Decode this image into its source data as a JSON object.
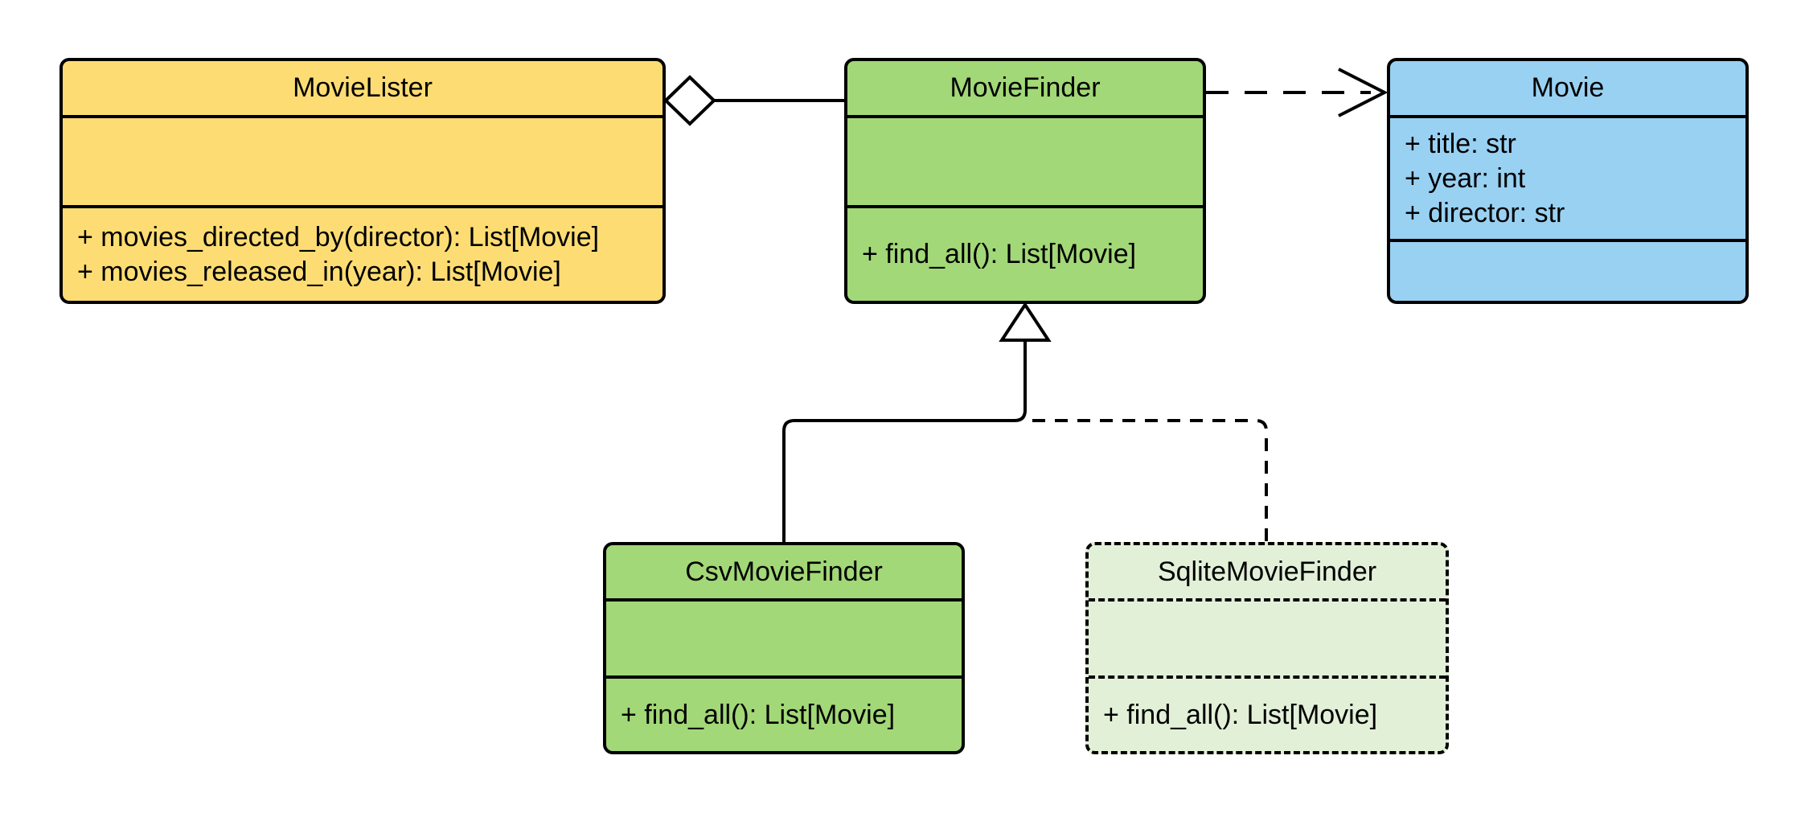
{
  "canvas": {
    "background": "#FFFFFF",
    "line_color": "#000000"
  },
  "classes": {
    "movie_lister": {
      "name": "MovieLister",
      "fill": "#FDDD73",
      "attributes": [],
      "methods": [
        "+ movies_directed_by(director): List[Movie]",
        "+ movies_released_in(year): List[Movie]"
      ]
    },
    "movie_finder": {
      "name": "MovieFinder",
      "fill": "#A2D877",
      "attributes": [],
      "methods": [
        "+ find_all(): List[Movie]"
      ]
    },
    "movie": {
      "name": "Movie",
      "fill": "#99D1F2",
      "attributes": [
        "+ title: str",
        "+ year: int",
        "+ director: str"
      ],
      "methods": []
    },
    "csv_movie_finder": {
      "name": "CsvMovieFinder",
      "fill": "#A2D877",
      "attributes": [],
      "methods": [
        "+ find_all(): List[Movie]"
      ]
    },
    "sqlite_movie_finder": {
      "name": "SqliteMovieFinder",
      "fill": "#E2F0D8",
      "border_style": "dashed",
      "attributes": [],
      "methods": [
        "+ find_all(): List[Movie]"
      ]
    }
  },
  "relationships": [
    {
      "type": "aggregation",
      "from": "MovieLister",
      "to": "MovieFinder",
      "line": "solid",
      "marker": "hollow-diamond"
    },
    {
      "type": "dependency",
      "from": "MovieFinder",
      "to": "Movie",
      "line": "dashed",
      "marker": "open-arrow"
    },
    {
      "type": "inheritance",
      "from": "CsvMovieFinder",
      "to": "MovieFinder",
      "line": "solid",
      "marker": "hollow-triangle"
    },
    {
      "type": "inheritance",
      "from": "SqliteMovieFinder",
      "to": "MovieFinder",
      "line": "dashed",
      "marker": "hollow-triangle"
    }
  ]
}
